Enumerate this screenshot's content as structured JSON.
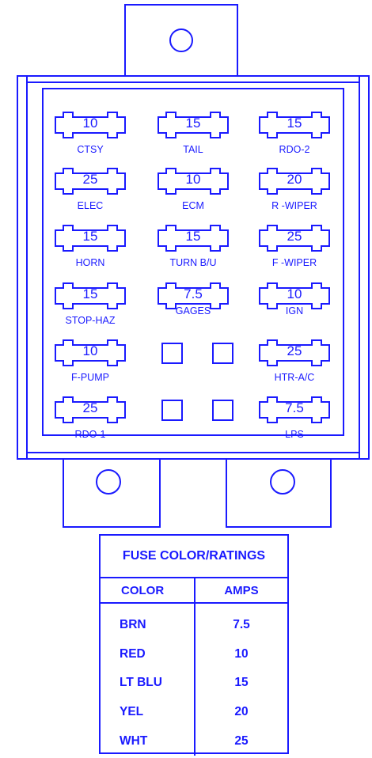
{
  "fuses": [
    {
      "rating": "10",
      "label": "CTSY"
    },
    {
      "rating": "15",
      "label": "TAIL"
    },
    {
      "rating": "15",
      "label": "RDO-2"
    },
    {
      "rating": "25",
      "label": "ELEC"
    },
    {
      "rating": "10",
      "label": "ECM"
    },
    {
      "rating": "20",
      "label": "R -WIPER"
    },
    {
      "rating": "15",
      "label": "HORN"
    },
    {
      "rating": "15",
      "label": "TURN B/U"
    },
    {
      "rating": "25",
      "label": "F -WIPER"
    },
    {
      "rating": "15",
      "label": "STOP-HAZ"
    },
    {
      "rating": "7.5",
      "label": "GAGES"
    },
    {
      "rating": "10",
      "label": "IGN"
    },
    {
      "rating": "10",
      "label": "F-PUMP"
    },
    {
      "rating": "25",
      "label": "HTR-A/C"
    },
    {
      "rating": "25",
      "label": "RDO-1"
    },
    {
      "rating": "7.5",
      "label": "LPS"
    }
  ],
  "legend": {
    "title": "FUSE COLOR/RATINGS",
    "header_color": "COLOR",
    "header_amps": "AMPS",
    "rows": [
      {
        "color": "BRN",
        "amps": "7.5"
      },
      {
        "color": "RED",
        "amps": "10"
      },
      {
        "color": "LT BLU",
        "amps": "15"
      },
      {
        "color": "YEL",
        "amps": "20"
      },
      {
        "color": "WHT",
        "amps": "25"
      }
    ]
  },
  "colors": {
    "line": "#1a1aff",
    "background": "#ffffff"
  }
}
